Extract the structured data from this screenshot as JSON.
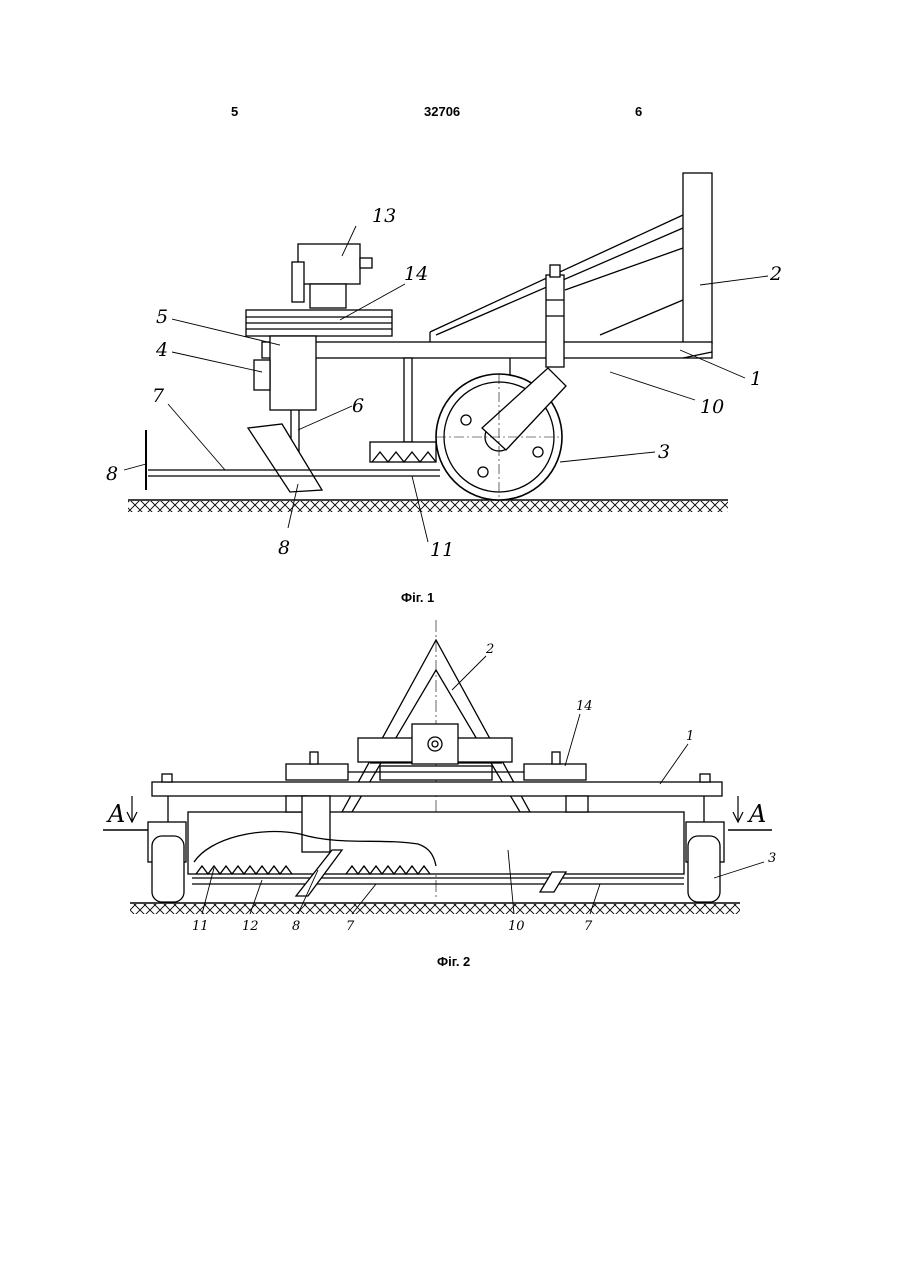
{
  "header": {
    "left_page": "5",
    "patent_no": "32706",
    "right_page": "6"
  },
  "fig1": {
    "caption": "Фіг. 1",
    "labels": {
      "l13": "13",
      "l14": "14",
      "l2": "2",
      "l5": "5",
      "l4": "4",
      "l1": "1",
      "l10": "10",
      "l7": "7",
      "l6": "6",
      "l3": "3",
      "l8a": "8",
      "l8b": "8",
      "l11": "11"
    }
  },
  "fig2": {
    "caption": "Фіг. 2",
    "labels": {
      "l2": "2",
      "l14": "14",
      "l1": "1",
      "secA_left": "A",
      "secA_right": "A",
      "l3": "3",
      "l11": "11",
      "l12": "12",
      "l8": "8",
      "l7a": "7",
      "l10": "10",
      "l7b": "7"
    }
  }
}
